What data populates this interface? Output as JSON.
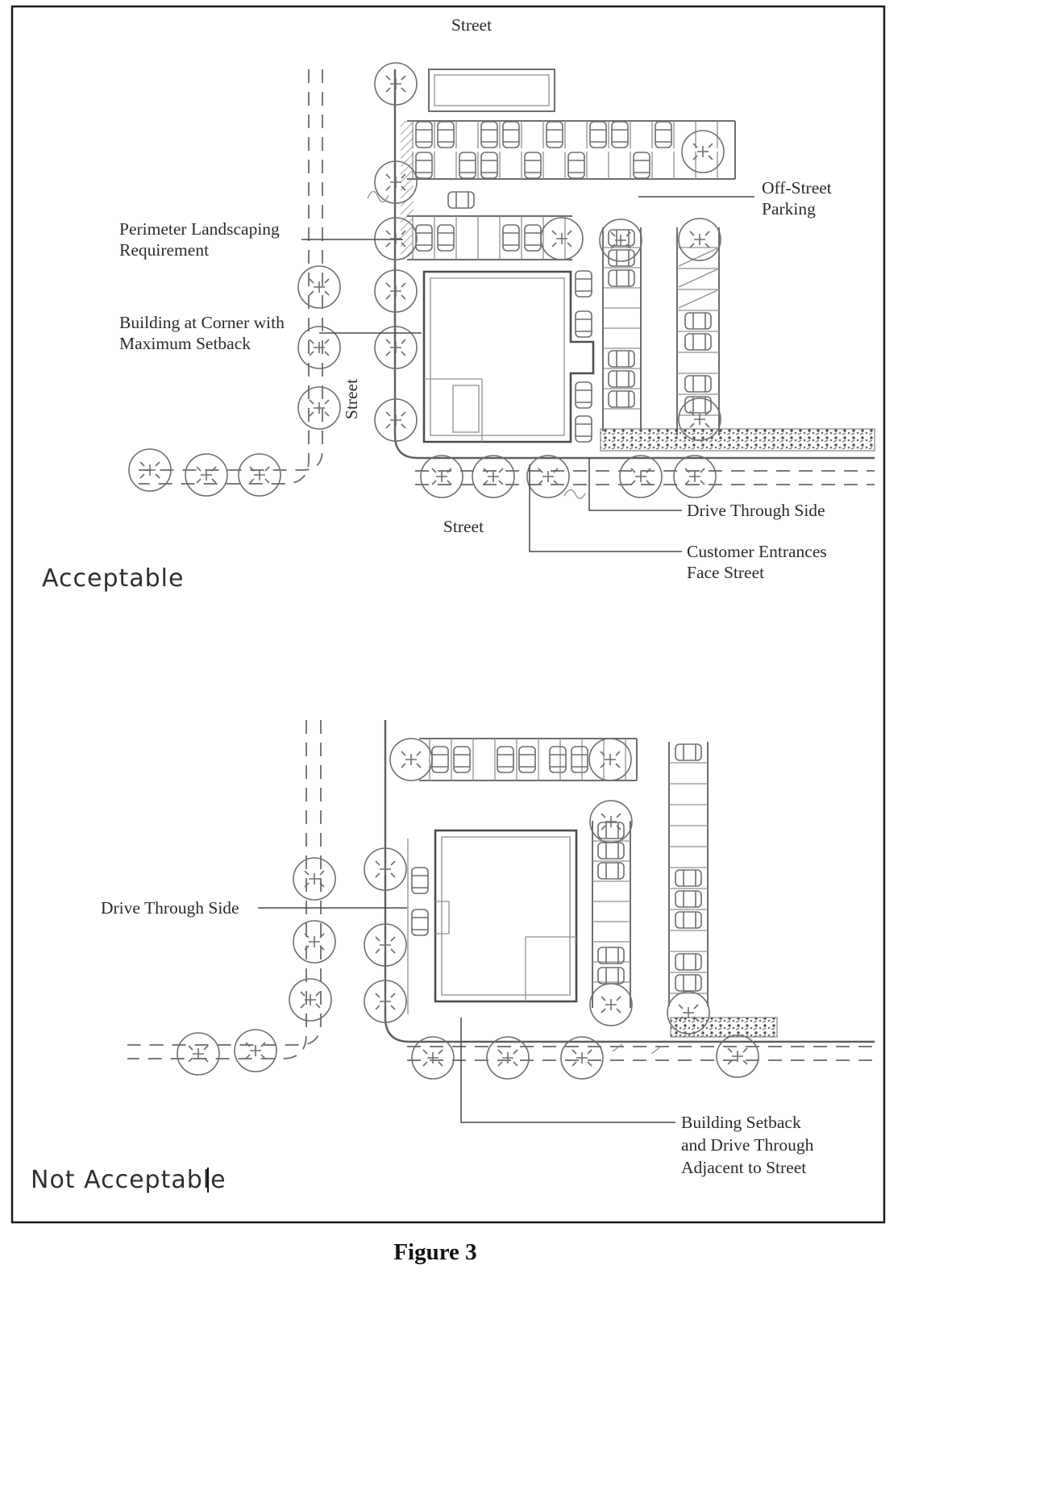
{
  "figure": {
    "caption": "Figure 3"
  },
  "acceptable_diagram": {
    "verdict": "Acceptable",
    "street_label_top": "Street",
    "street_label_left": "Street",
    "street_label_bottom": "Street",
    "annotations": {
      "off_street_parking": {
        "line1": "Off-Street",
        "line2": "Parking"
      },
      "perimeter_landscaping": {
        "line1": "Perimeter Landscaping",
        "line2": "Requirement"
      },
      "building_corner": {
        "line1": "Building at Corner with",
        "line2": "Maximum Setback"
      },
      "drive_through": {
        "line1": "Drive Through Side"
      },
      "customer_entrances": {
        "line1": "Customer Entrances",
        "line2": "Face Street"
      }
    }
  },
  "not_acceptable_diagram": {
    "verdict": "Not Acceptable",
    "annotations": {
      "drive_through": {
        "line1": "Drive Through Side"
      },
      "building_setback": {
        "line1": "Building Setback",
        "line2": "and Drive Through",
        "line3": "Adjacent to Street"
      }
    }
  }
}
